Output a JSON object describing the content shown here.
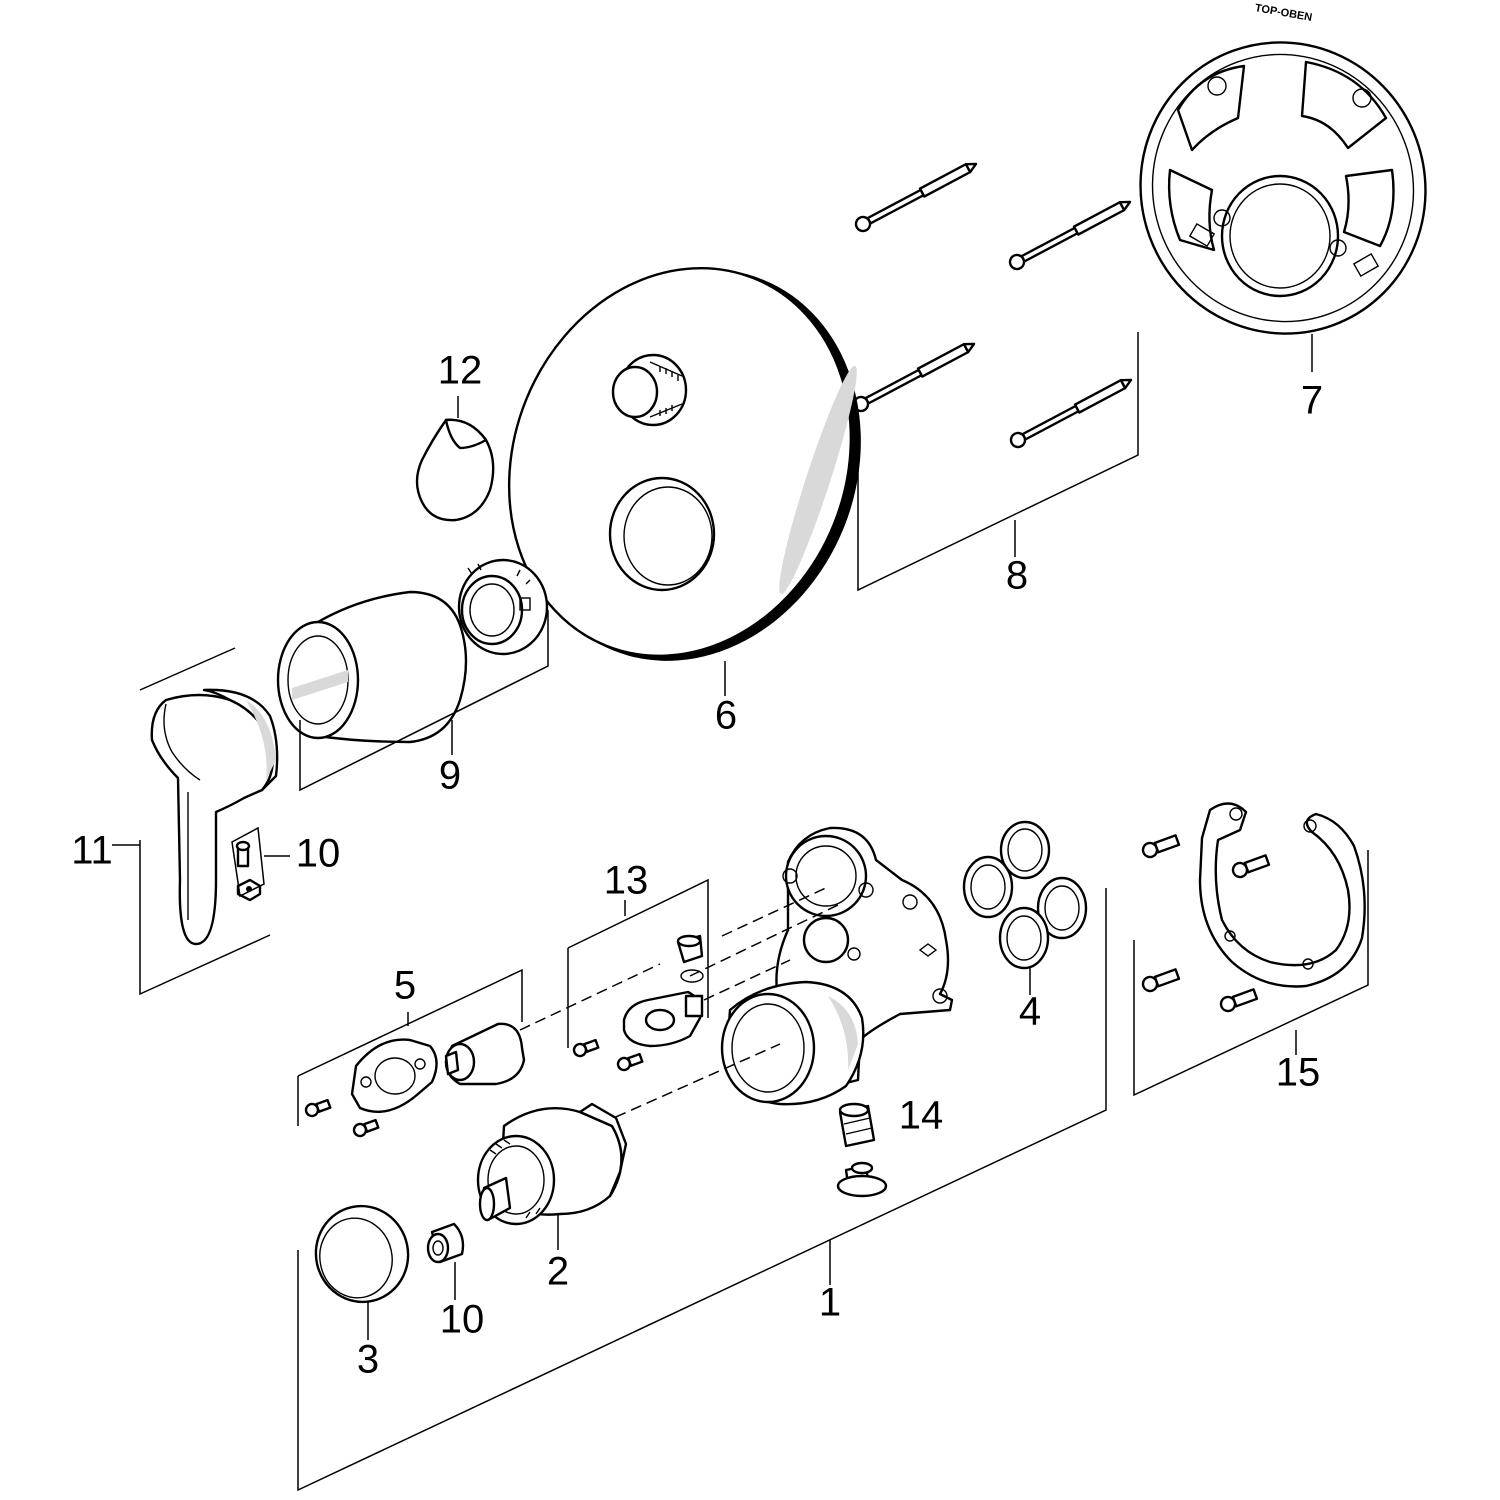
{
  "diagram": {
    "labels": {
      "p1": "1",
      "p2": "2",
      "p3": "3",
      "p4": "4",
      "p5": "5",
      "p6": "6",
      "p7": "7",
      "p8": "8",
      "p9": "9",
      "p10a": "10",
      "p10b": "10",
      "p11": "11",
      "p12": "12",
      "p13": "13",
      "p14": "14",
      "p15": "15"
    },
    "mounting_ring_print": "TOP-OBEN"
  }
}
